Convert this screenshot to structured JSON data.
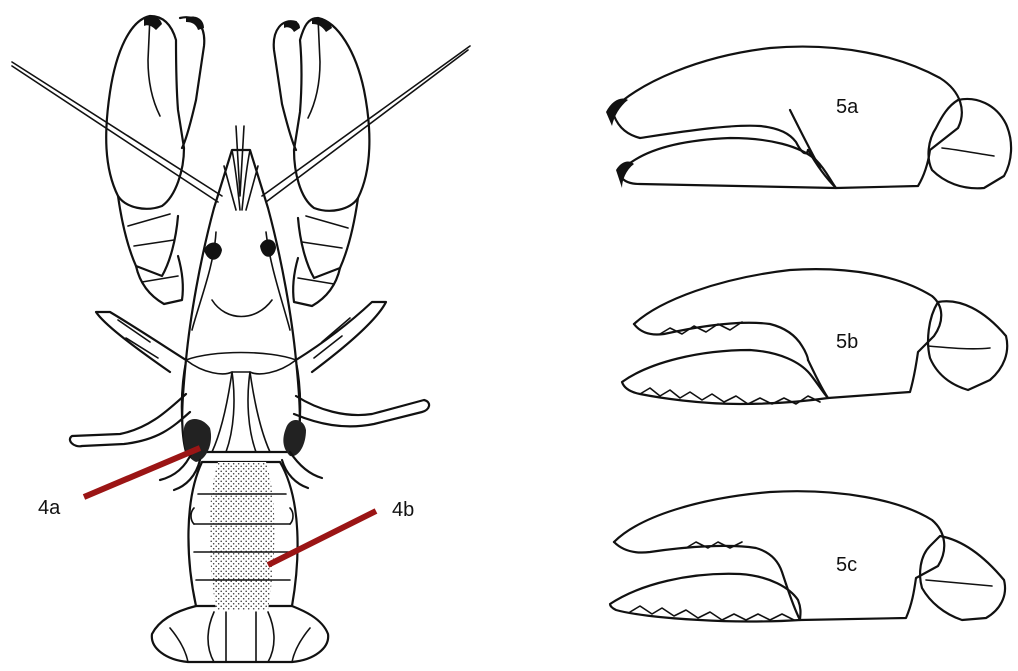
{
  "labels": {
    "l4a": "4a",
    "l4b": "4b",
    "l5a": "5a",
    "l5b": "5b",
    "l5c": "5c"
  },
  "colors": {
    "pointer": "#9b1515",
    "ink": "#111111",
    "background": "#ffffff"
  }
}
